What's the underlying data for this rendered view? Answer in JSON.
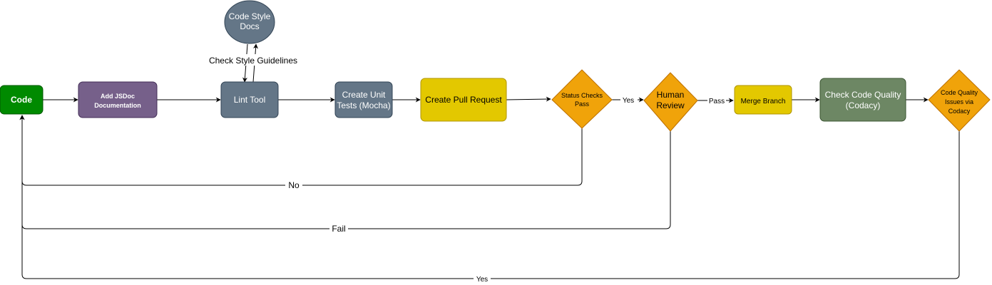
{
  "nodes": {
    "code": {
      "label": "Code",
      "fill": "#008a00",
      "text_color": "#ffffff"
    },
    "jsdoc": {
      "lines": [
        "Add JSDoc",
        "Documentation"
      ],
      "fill": "#76608a",
      "text_color": "#ffffff"
    },
    "lint": {
      "label": "Lint Tool",
      "fill": "#647687",
      "text_color": "#ffffff"
    },
    "style_docs": {
      "lines": [
        "Code Style",
        "Docs"
      ],
      "fill": "#647687",
      "text_color": "#ffffff"
    },
    "unit_tests": {
      "lines": [
        "Create Unit",
        "Tests (Mocha)"
      ],
      "fill": "#647687",
      "text_color": "#ffffff"
    },
    "pull_request": {
      "label": "Create Pull Request",
      "fill": "#e3c800",
      "text_color": "#000000"
    },
    "status_checks": {
      "lines": [
        "Status Checks",
        "Pass"
      ],
      "fill": "#f0a30a",
      "text_color": "#000000"
    },
    "human_review": {
      "lines": [
        "Human",
        "Review"
      ],
      "fill": "#f0a30a",
      "text_color": "#000000"
    },
    "merge": {
      "label": "Merge Branch",
      "fill": "#e3c800",
      "text_color": "#000000"
    },
    "codacy": {
      "lines": [
        "Check Code Quality",
        "(Codacy)"
      ],
      "fill": "#6d8764",
      "text_color": "#ffffff"
    },
    "quality_issues": {
      "lines": [
        "Code Quality",
        "Issues via",
        "Codacy"
      ],
      "fill": "#f0a30a",
      "text_color": "#000000"
    }
  },
  "edges": {
    "check_style": "Check Style Guidelines",
    "status_yes": "Yes",
    "review_pass": "Pass",
    "status_no": "No",
    "review_fail": "Fail",
    "quality_yes": "Yes"
  }
}
